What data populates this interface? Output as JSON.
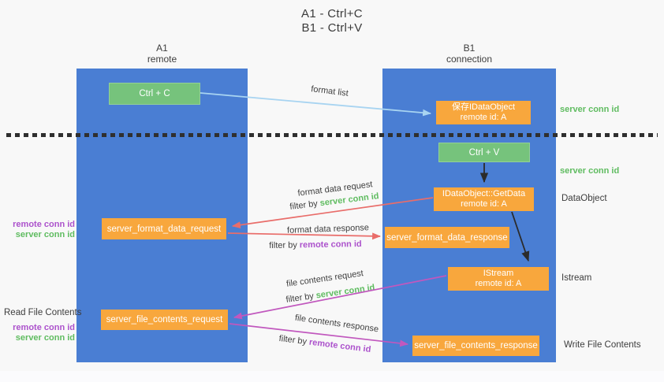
{
  "title": {
    "line1": "A1 - Ctrl+C",
    "line2": "B1 - Ctrl+V"
  },
  "columns": {
    "left": {
      "title": "A1",
      "subtitle": "remote"
    },
    "right": {
      "title": "B1",
      "subtitle": "connection"
    }
  },
  "boxes": {
    "ctrl_c": "Ctrl + C",
    "ctrl_v": "Ctrl + V",
    "save_idataobject": {
      "line1": "保存IDataObject",
      "line2": "remote id: A"
    },
    "getdata": {
      "line1": "IDataObject::GetData",
      "line2": "remote id: A"
    },
    "istream": {
      "line1": "IStream",
      "line2": "remote id: A"
    },
    "format_request": "server_format_data_request",
    "format_response": "server_format_data_response",
    "file_request": "server_file_contents_request",
    "file_response": "server_file_contents_response"
  },
  "labels": {
    "format_list": "format list",
    "format_data_request": "format data request",
    "format_data_response": "format data response",
    "file_contents_request": "file contents request",
    "file_contents_response": "file contents response",
    "filter_by": "filter by ",
    "server_conn_id": "server conn id",
    "remote_conn_id": "remote conn id",
    "dataobject": "DataObject",
    "istream": "Istream",
    "read_file_contents": "Read File Contents",
    "write_file_contents": "Write File Contents"
  },
  "colors": {
    "background": "#F8F8F8",
    "column_blue": "#4A7ED3",
    "box_green": "#76C37C",
    "box_orange": "#F8A73D",
    "arrow_blue": "#A8D4F1",
    "arrow_red": "#E96D6A",
    "arrow_magenta": "#C158BE",
    "arrow_black": "#2B2B2B",
    "text_green": "#5FBC60",
    "text_purple": "#AC52CC",
    "text_dark": "#3F3F3F",
    "divider": "#2F2F2F"
  }
}
